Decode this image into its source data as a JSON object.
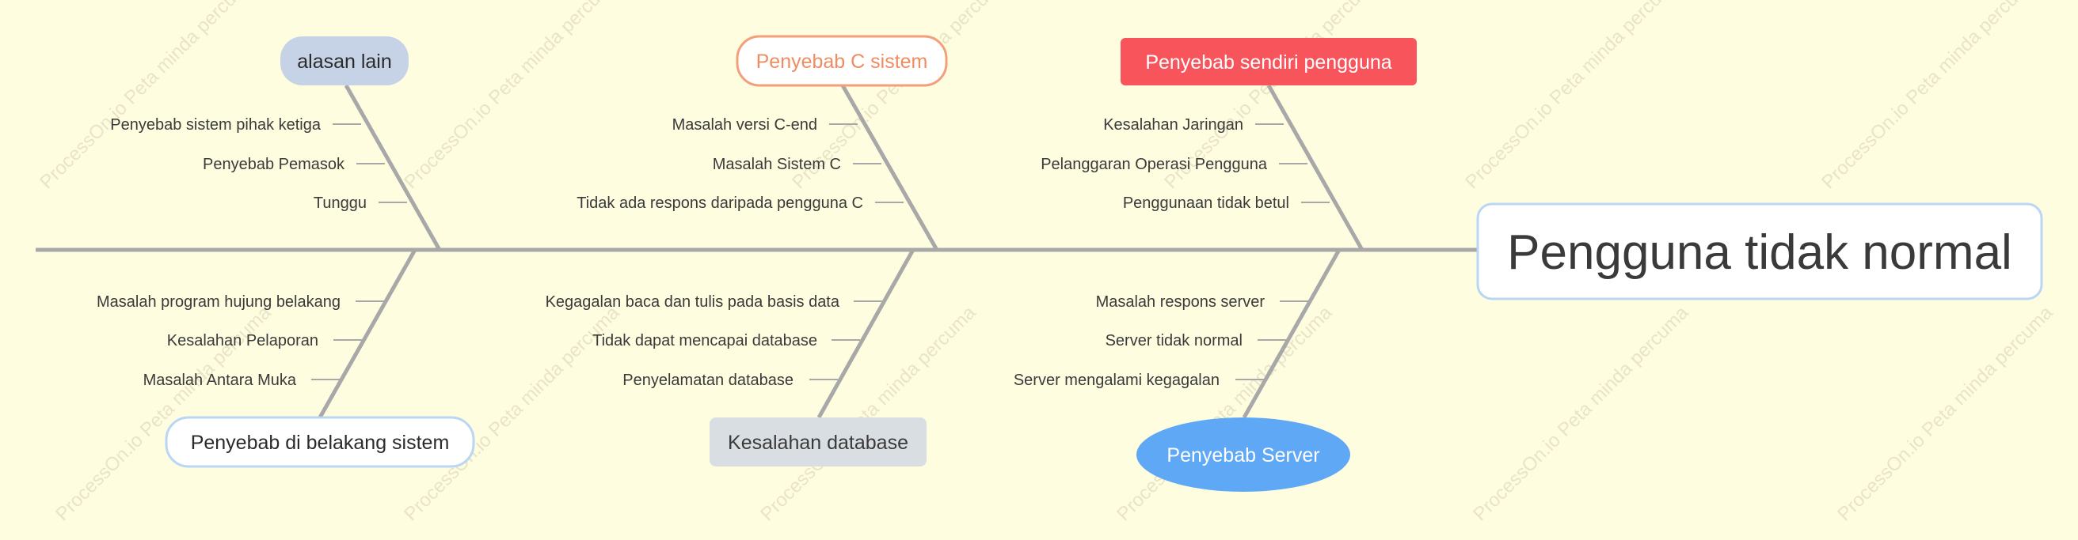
{
  "problem": "Pengguna tidak normal",
  "watermark": "ProcessOn.io Peta minda percuma",
  "colors": {
    "background": "#fffde0",
    "spine": "#a8a8a8",
    "problem_border": "#b9d6f5",
    "text": "#3a3a3a"
  },
  "categories": {
    "top_left": {
      "label": "alasan lain",
      "causes": [
        "Penyebab sistem pihak ketiga",
        "Penyebab Pemasok",
        "Tunggu"
      ],
      "style": {
        "fill": "#c6d2e6",
        "stroke": "none",
        "text": "#2b2b2b"
      }
    },
    "top_mid": {
      "label": "Penyebab C sistem",
      "causes": [
        "Masalah versi C-end",
        "Masalah Sistem C",
        "Tidak ada respons daripada pengguna C"
      ],
      "style": {
        "fill": "#ffffff",
        "stroke": "#f1a07a",
        "text": "#ef8c62"
      }
    },
    "top_right": {
      "label": "Penyebab sendiri pengguna",
      "causes": [
        "Kesalahan Jaringan",
        "Pelanggaran Operasi Pengguna",
        "Penggunaan tidak betul"
      ],
      "style": {
        "fill": "#f7545c",
        "stroke": "none",
        "text": "#ffffff"
      }
    },
    "bottom_left": {
      "label": "Penyebab di belakang sistem",
      "causes": [
        "Masalah program hujung belakang",
        "Kesalahan Pelaporan",
        "Masalah Antara Muka"
      ],
      "style": {
        "fill": "#ffffff",
        "stroke": "#b9d6f5",
        "text": "#2b2b2b"
      }
    },
    "bottom_mid": {
      "label": "Kesalahan database",
      "causes": [
        "Kegagalan baca dan tulis pada basis data",
        "Tidak dapat mencapai database",
        "Penyelamatan database"
      ],
      "style": {
        "fill": "#d9dee2",
        "stroke": "none",
        "text": "#3a3a3a"
      }
    },
    "bottom_right": {
      "label": "Penyebab Server",
      "causes": [
        "Masalah respons server",
        "Server tidak normal",
        "Server mengalami kegagalan"
      ],
      "style": {
        "fill": "#5fa8f5",
        "stroke": "none",
        "text": "#ffffff"
      }
    }
  }
}
